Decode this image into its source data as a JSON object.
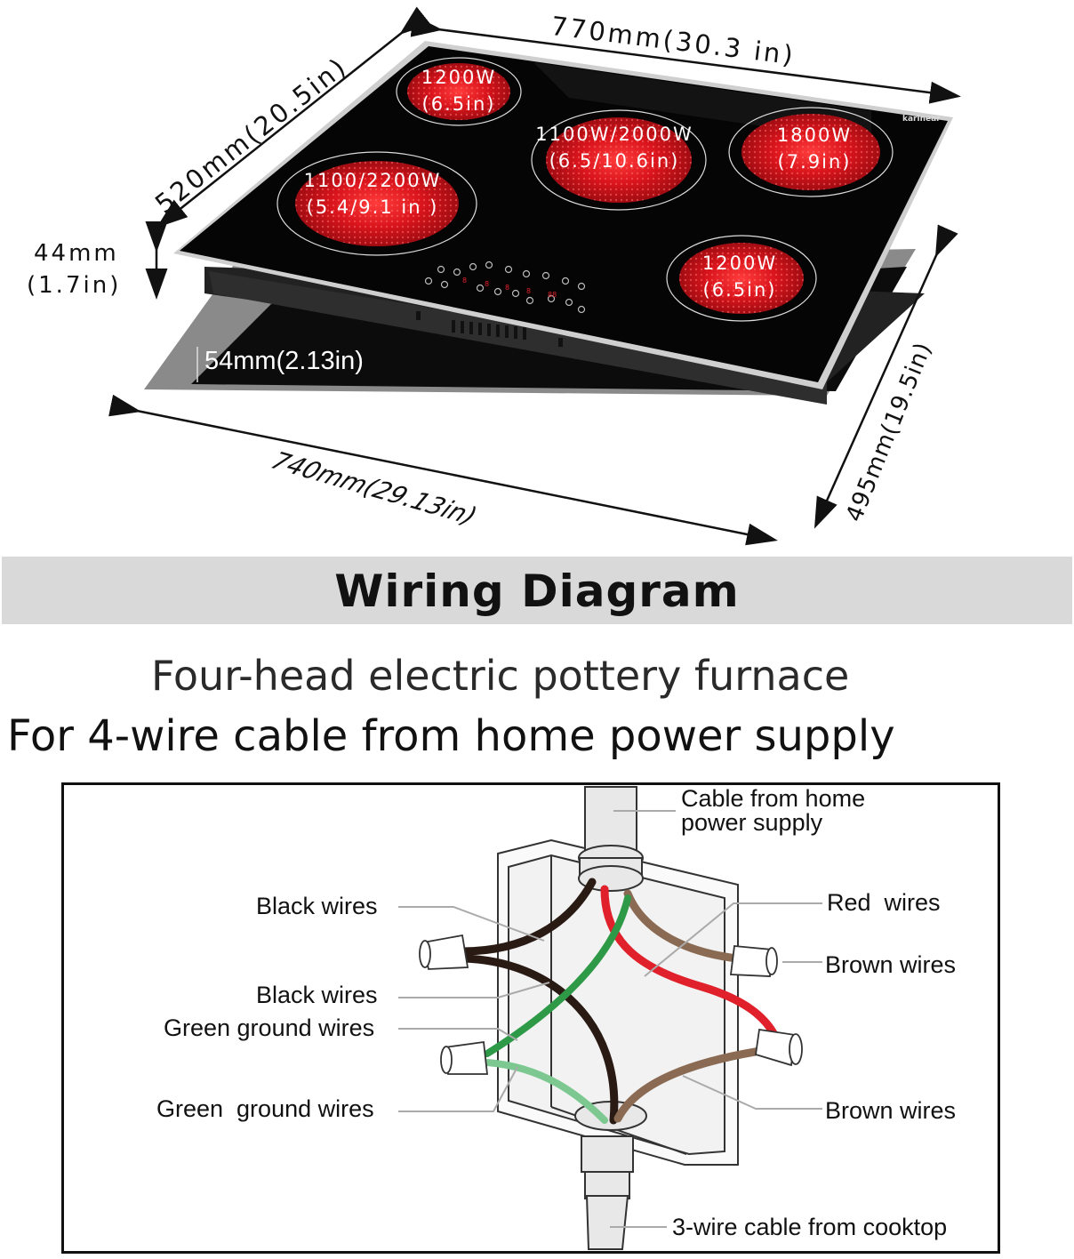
{
  "dimensions": {
    "width_top": "770mm(30.3 in)",
    "depth_left": "520mm(20.5in)",
    "height_glass": "44mm",
    "height_glass_in": "(1.7in)",
    "height_body": "54mm(2.13in)",
    "cutout_width": "740mm(29.13in)",
    "cutout_depth": "495mm(19.5in)"
  },
  "zones": [
    {
      "power": "1200W",
      "size": "(6.5in)"
    },
    {
      "power": "1100W/2000W",
      "size": "(6.5/10.6in)"
    },
    {
      "power": "1800W",
      "size": "(7.9in)"
    },
    {
      "power": "1100/2200W",
      "size": "(5.4/9.1 in )"
    },
    {
      "power": "1200W",
      "size": "(6.5in)"
    }
  ],
  "brand": "karinear",
  "wiring": {
    "title": "Wiring Diagram",
    "subtitle_1": "Four-head electric pottery furnace",
    "subtitle_2": "For 4-wire cable from home power supply",
    "labels": {
      "cable_home_1": "Cable from home",
      "cable_home_2": "power supply",
      "black_wires_1": "Black wires",
      "black_wires_2": "Black wires",
      "green_ground_1": "Green ground wires",
      "green_ground_2": "Green  ground wires",
      "red_wires": "Red  wires",
      "brown_wires_1": "Brown wires",
      "brown_wires_2": "Brown wires",
      "cable_cooktop": "3-wire cable from cooktop"
    },
    "colors": {
      "black": "#2a1a14",
      "red": "#e0202a",
      "green": "#2e9a48",
      "light_green": "#7cc890",
      "brown": "#8a6a52"
    }
  }
}
